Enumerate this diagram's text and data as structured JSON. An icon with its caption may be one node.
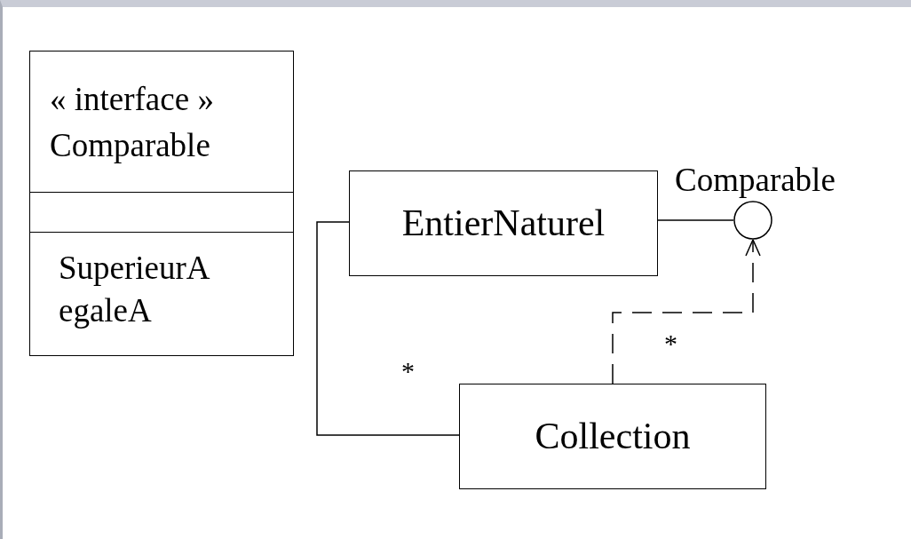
{
  "diagram": {
    "nodes": [
      {
        "text": [
          "« interface »",
          "Comparable",
          "SuperieurA egaleA"
        ]
      },
      {
        "text": [
          "EntierNaturel"
        ]
      },
      {
        "text": [],
        "shape": "circle",
        "beside": [
          "Comparable"
        ]
      },
      {
        "text": [
          "Collection"
        ]
      }
    ],
    "edges": [
      {
        "from": 1,
        "to": 2,
        "arrow": "none"
      },
      {
        "from": 1,
        "to": 3,
        "arrow": "none",
        "label": "*"
      },
      {
        "from": 3,
        "to": 2,
        "arrow": "to",
        "label": "*",
        "style": "dashed"
      }
    ]
  }
}
